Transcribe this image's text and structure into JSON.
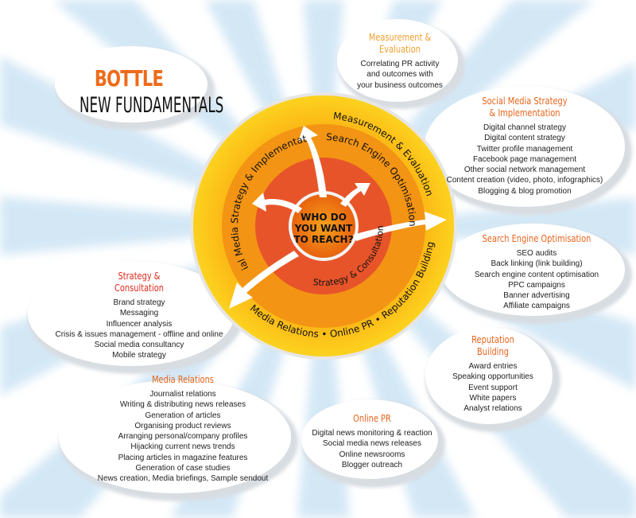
{
  "logo": {
    "brand": "BOTTLE",
    "subtitle": "NEW FUNDAMENTALS"
  },
  "center": {
    "lines": [
      "WHO DO",
      "YOU WANT",
      "TO REACH?"
    ]
  },
  "rings": {
    "outer_top": "Measurement & Evaluation",
    "outer_bottom": "Media Relations  •  Online PR  •  Reputation Building",
    "middle_left": "Social Media Strategy & Implementation",
    "middle_right": "Search Engine Optimisation",
    "inner": "Strategy & Consultation"
  },
  "colors": {
    "outer": "#fbc412",
    "middle": "#f39414",
    "inner": "#e8542a",
    "core": "#f08a10",
    "heading": "#e8641c"
  },
  "sections": {
    "measurement": {
      "title": [
        "Measurement &",
        "Evaluation"
      ],
      "items": [
        "Correlating PR activity",
        "and outcomes with",
        "your business outcomes"
      ]
    },
    "social": {
      "title": [
        "Social Media Strategy",
        "& Implementation"
      ],
      "items": [
        "Digital channel strategy",
        "Digital content strategy",
        "Twitter profile management",
        "Facebook page management",
        "Other social network management",
        "Content creation (video, photo, infographics)",
        "Blogging & blog promotion"
      ]
    },
    "seo": {
      "title": [
        "Search Engine Optimisation"
      ],
      "items": [
        "SEO audits",
        "Back linking (link building)",
        "Search engine content optimisation",
        "PPC campaigns",
        "Banner advertising",
        "Affiliate campaigns"
      ]
    },
    "reputation": {
      "title": [
        "Reputation",
        "Building"
      ],
      "items": [
        "Award entries",
        "Speaking opportunities",
        "Event support",
        "White papers",
        "Analyst relations"
      ]
    },
    "online_pr": {
      "title": [
        "Online PR"
      ],
      "items": [
        "Digital news monitoring & reaction",
        "Social media news releases",
        "Online newsrooms",
        "Blogger outreach"
      ]
    },
    "media": {
      "title": [
        "Media Relations"
      ],
      "items": [
        "Journalist relations",
        "Writing & distributing news releases",
        "Generation of articles",
        "Organising product reviews",
        "Arranging personal/company profiles",
        "Hijacking current news trends",
        "Placing articles in magazine features",
        "Generation of case studies",
        "News creation, Media briefings, Sample sendout"
      ]
    },
    "strategy": {
      "title": [
        "Strategy &",
        "Consultation"
      ],
      "items": [
        "Brand strategy",
        "Messaging",
        "Influencer analysis",
        "Crisis & issues management  - offline and online",
        "Social media consultancy",
        "Mobile strategy"
      ]
    }
  }
}
